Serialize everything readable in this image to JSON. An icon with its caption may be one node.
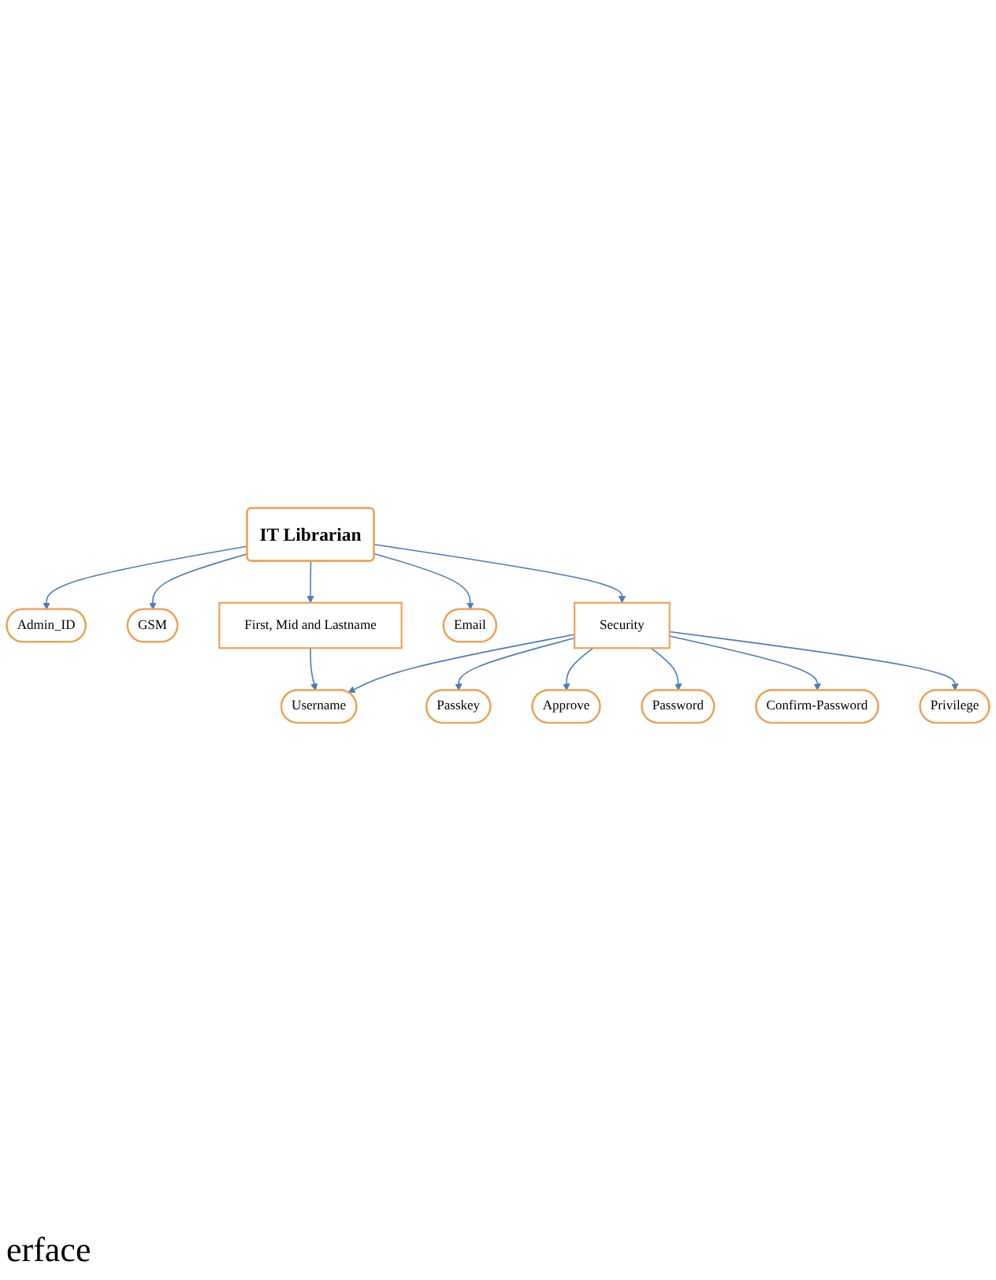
{
  "diagram": {
    "nodes": [
      {
        "text": [
          "IT Librarian"
        ]
      },
      {
        "text": [
          "Admin_ID"
        ]
      },
      {
        "text": [
          "GSM"
        ]
      },
      {
        "text": [
          "First, Mid and Lastname"
        ]
      },
      {
        "text": [
          "Email"
        ]
      },
      {
        "text": [
          "Security"
        ]
      },
      {
        "text": [
          "Username"
        ]
      },
      {
        "text": [
          "Passkey"
        ]
      },
      {
        "text": [
          "Approve"
        ]
      },
      {
        "text": [
          "Password"
        ]
      },
      {
        "text": [
          "Privilege"
        ]
      },
      {
        "text": [
          "Confirm-Password"
        ]
      }
    ],
    "edges": [
      {
        "from": 0,
        "to": 1,
        "arrow": "to"
      },
      {
        "from": 0,
        "to": 2,
        "arrow": "to"
      },
      {
        "from": 0,
        "to": 3,
        "arrow": "to"
      },
      {
        "from": 0,
        "to": 4,
        "arrow": "to"
      },
      {
        "from": 0,
        "to": 5,
        "arrow": "to"
      },
      {
        "from": 3,
        "to": 6,
        "arrow": "to"
      },
      {
        "from": 5,
        "to": 6,
        "arrow": "to"
      },
      {
        "from": 5,
        "to": 7,
        "arrow": "to"
      },
      {
        "from": 5,
        "to": 8,
        "arrow": "to"
      },
      {
        "from": 5,
        "to": 9,
        "arrow": "to"
      },
      {
        "from": 5,
        "to": 11,
        "arrow": "to"
      },
      {
        "from": 5,
        "to": 10,
        "arrow": "to"
      }
    ],
    "labels": [
      "erface"
    ]
  }
}
